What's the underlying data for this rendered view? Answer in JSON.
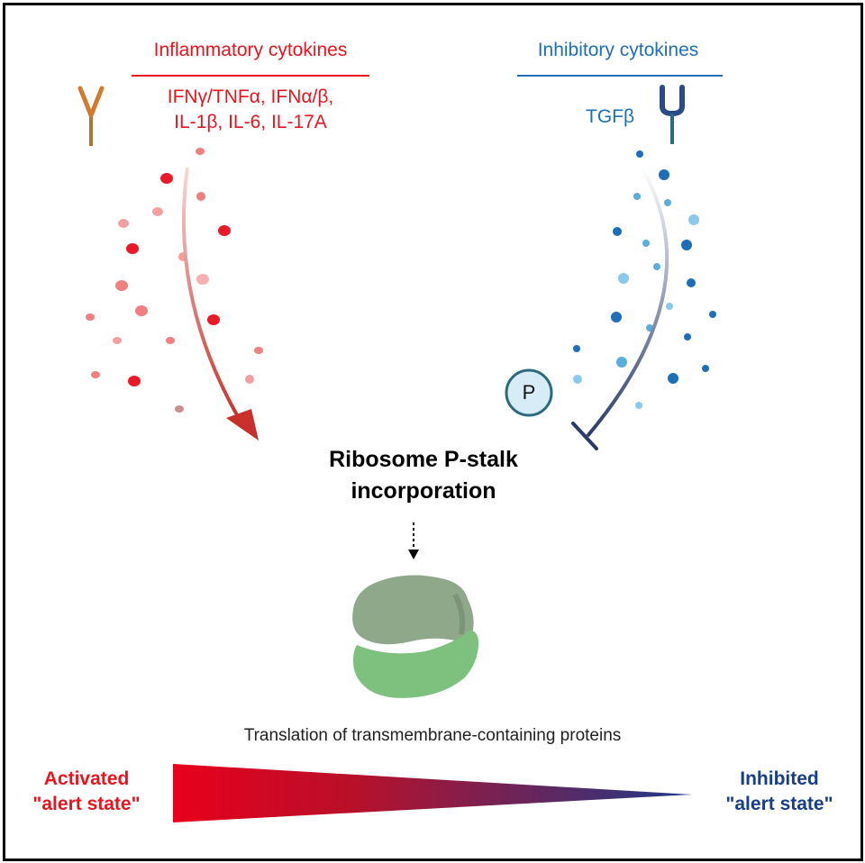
{
  "inflammatory": {
    "title": "Inflammatory cytokines",
    "list_line1": "IFNγ/TNFα, IFNα/β,",
    "list_line2": "IL-1β, IL-6, IL-17A"
  },
  "inhibitory": {
    "title": "Inhibitory cytokines",
    "ligand": "TGFβ"
  },
  "phospho_label": "P",
  "ribosome": {
    "line1": "Ribosome P-stalk",
    "line2": "incorporation"
  },
  "translation_label": "Translation of transmembrane-containing proteins",
  "activated": {
    "line1": "Activated",
    "line2": "\"alert state\""
  },
  "inhibited": {
    "line1": "Inhibited",
    "line2": "\"alert state\""
  },
  "colors": {
    "inflammatory": "#e8141e",
    "inhibitory": "#1f6fb8",
    "inhibited_text": "#163f85",
    "ribosome_large": "#8fa88a",
    "ribosome_small": "#7ec07e"
  },
  "icons": {
    "receptor_left": "y-shaped-receptor-icon",
    "receptor_right": "tgf-beta-receptor-icon",
    "phospho": "phosphate-circle-icon",
    "ribosome": "ribosome-icon"
  }
}
